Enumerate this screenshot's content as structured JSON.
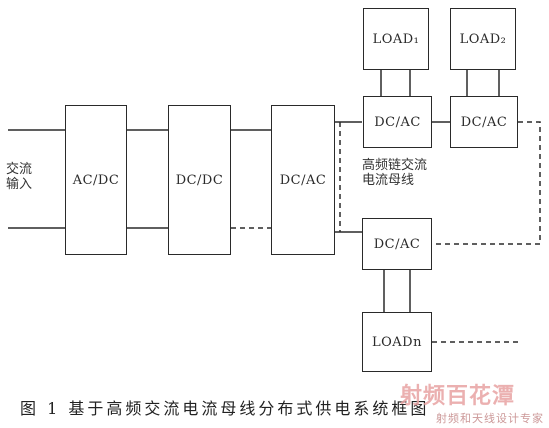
{
  "blocks": {
    "acdc": "AC/DC",
    "dcdc": "DC/DC",
    "dcac_main": "DC/AC",
    "dcac_1": "DC/AC",
    "dcac_2": "DC/AC",
    "dcac_n": "DC/AC",
    "load_1": "LOAD₁",
    "load_2": "LOAD₂",
    "load_n": "LOADn"
  },
  "labels": {
    "ac_input_1": "交流",
    "ac_input_2": "输入",
    "bus_1": "高频链交流",
    "bus_2": "电流母线"
  },
  "caption": "图 1   基于高频交流电流母线分布式供电系统框图",
  "watermark": {
    "brand": "射频百花潭",
    "site": "射频和天线设计专家"
  }
}
